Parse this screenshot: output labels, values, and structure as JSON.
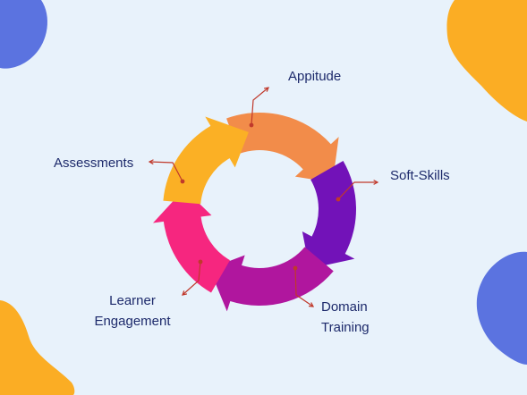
{
  "colors": {
    "background": "#e8f2fb",
    "blob_blue": "#5b73e0",
    "blob_orange": "#fbad24",
    "label_text": "#1d2a6b",
    "connector": "#c0392b"
  },
  "cycle": {
    "segments": [
      {
        "name": "Appitude",
        "color": "#f28c4a"
      },
      {
        "name": "Soft-Skills",
        "color": "#7212b8"
      },
      {
        "name": "Domain Training",
        "color": "#b0169e"
      },
      {
        "name": "Learner Engagement",
        "color": "#f6267f"
      },
      {
        "name": "Assessments",
        "color": "#fbb025"
      }
    ]
  },
  "labels": {
    "appitude": "Appitude",
    "soft_skills": "Soft-Skills",
    "domain_training_line1": "Domain",
    "domain_training_line2": "Training",
    "learner_engagement_line1": "Learner",
    "learner_engagement_line2": "Engagement",
    "assessments": "Assessments"
  }
}
